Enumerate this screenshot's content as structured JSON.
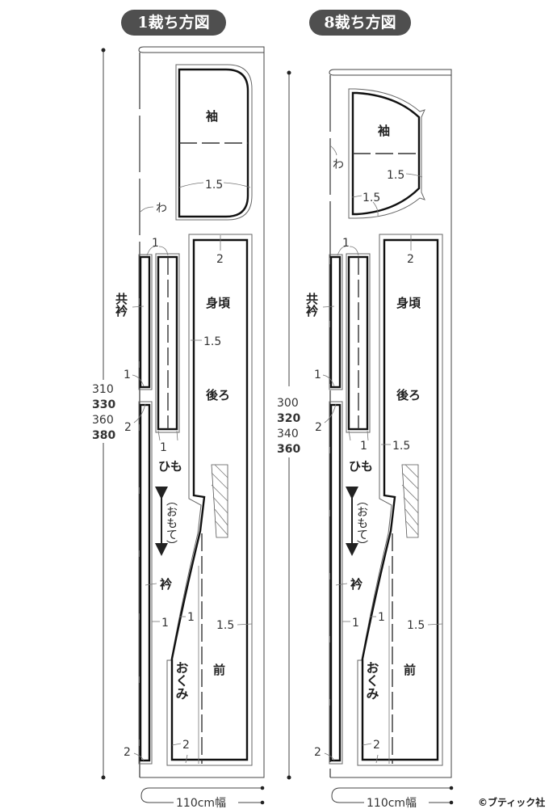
{
  "panels": [
    {
      "title": "1裁ち方図",
      "fold_label": "わ",
      "sleeve": {
        "label": "袖",
        "seam": "1.5"
      },
      "lengths": [
        "310",
        "330",
        "360",
        "380"
      ],
      "width_label": "110cm幅"
    },
    {
      "title": "8裁ち方図",
      "fold_label": "わ",
      "sleeve": {
        "label": "袖",
        "seam_side": "1.5",
        "seam_bottom": "1.5"
      },
      "lengths": [
        "300",
        "320",
        "340",
        "360"
      ],
      "width_label": "110cm幅"
    }
  ],
  "pieces": {
    "tomoeri": "共衿",
    "himo": "ひも",
    "migoro_1": "身頃",
    "migoro_2": "後ろ",
    "omote": "（おもて）",
    "eri": "衿",
    "okumi": "おくみ",
    "mae": "前"
  },
  "seams": {
    "one": "1",
    "two": "2",
    "one_five": "1.5"
  },
  "copyright": "©ブティック社"
}
